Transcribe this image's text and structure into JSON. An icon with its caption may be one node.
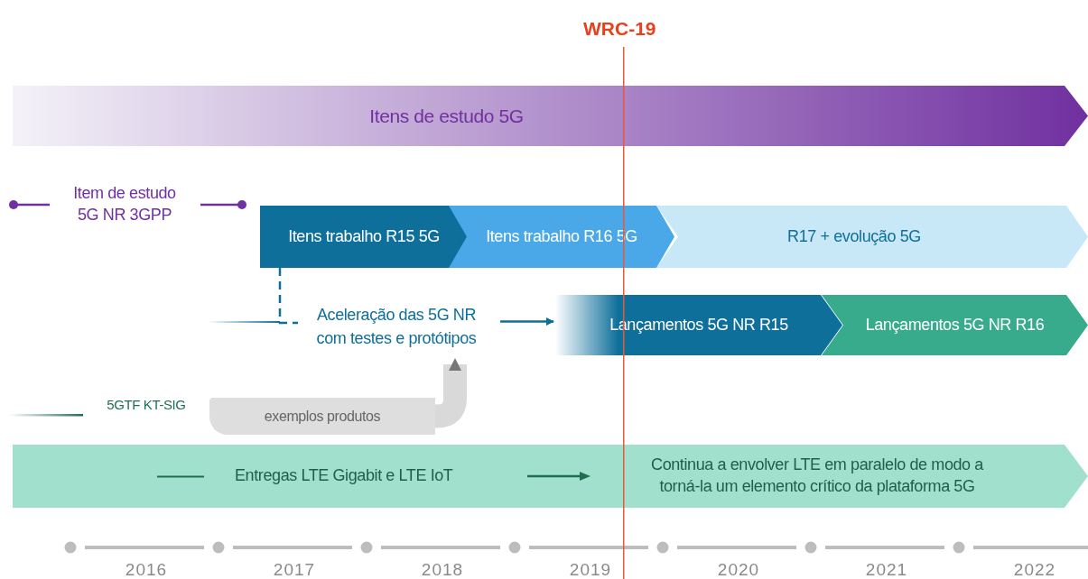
{
  "diagram": {
    "nodes": [
      {
        "text": [
          "Itens de estudo 5G"
        ]
      },
      {
        "text": [
          "Item de estudo 5G NR 3GPP"
        ]
      },
      {
        "text": [
          "Itens trabalho R15 5G"
        ]
      },
      {
        "text": [
          "Itens trabalho R16 5G"
        ]
      },
      {
        "text": [
          "R17 + evolução 5G"
        ]
      },
      {
        "text": [
          "Aceleração das 5G NR com testes e protótipos"
        ]
      },
      {
        "text": [
          "Lançamentos 5G NR R15"
        ]
      },
      {
        "text": [
          "Lançamentos 5G NR R16"
        ]
      },
      {
        "text": [
          "5GTF KT-SIG"
        ]
      },
      {
        "text": [
          "exemplos produtos"
        ]
      },
      {
        "text": [
          "Entregas LTE Gigabit e LTE IoT",
          "Continua a envolver LTE em paralelo de modo a torná-la um elemento crítico da plataforma 5G"
        ]
      }
    ],
    "edges": [
      {
        "from": 2,
        "to": 5,
        "arrow": "none",
        "style": "dashed"
      },
      {
        "from": 5,
        "to": 6,
        "arrow": "to"
      },
      {
        "from": 9,
        "to": 5,
        "arrow": "to",
        "style": "thick",
        "color": "#d9d9d9"
      }
    ],
    "labels": [
      "WRC-19",
      "2016",
      "2017",
      "2018",
      "2019",
      "2020",
      "2021",
      "2022"
    ]
  }
}
